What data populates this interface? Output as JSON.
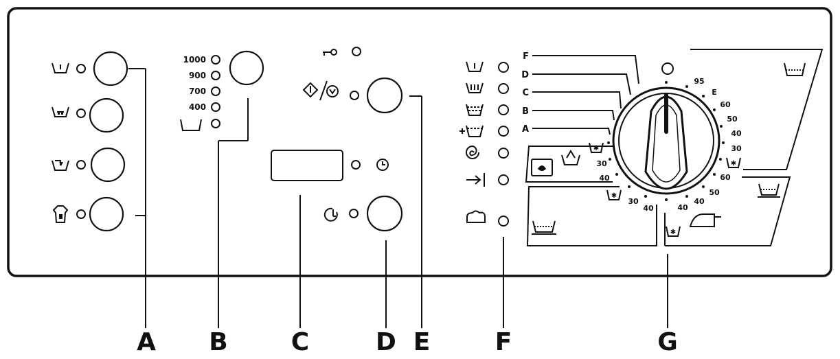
{
  "callouts": [
    "A",
    "B",
    "C",
    "D",
    "E",
    "F",
    "G"
  ],
  "spin": {
    "speeds": [
      "1000",
      "900",
      "700",
      "400"
    ]
  },
  "dial": {
    "program_letters": [
      "F",
      "D",
      "C",
      "B",
      "A"
    ],
    "temps_right_upper": [
      "95",
      "E",
      "60",
      "50",
      "40",
      "30"
    ],
    "temps_left": [
      "30",
      "40"
    ],
    "temps_bottom_left": [
      "30",
      "40"
    ],
    "temps_right_lower": [
      "60",
      "50",
      "40"
    ],
    "temp_bottom_mid": "40"
  }
}
